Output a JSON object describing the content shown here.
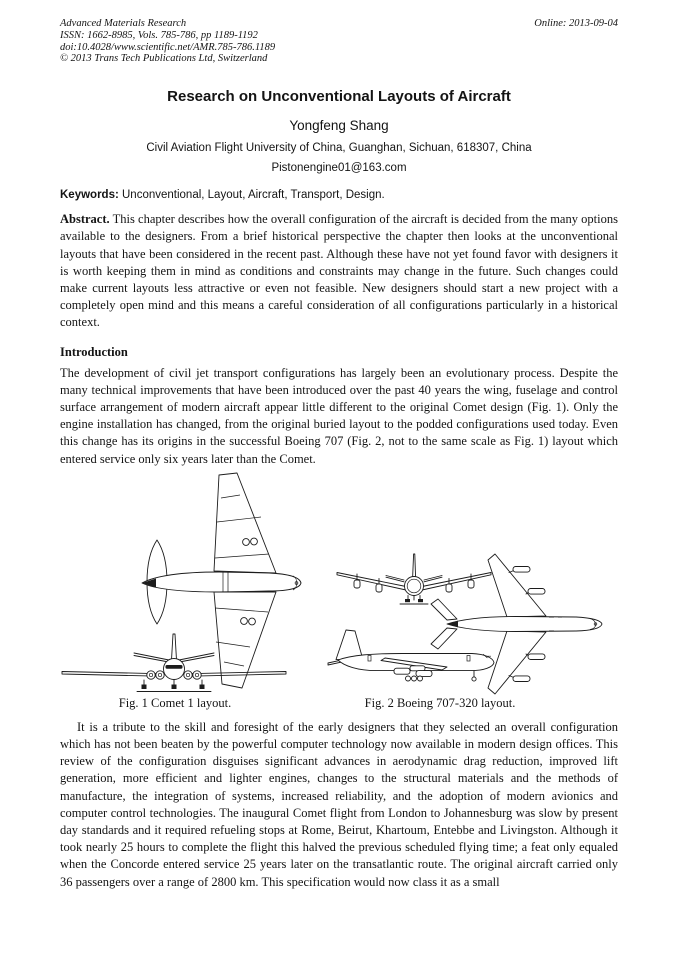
{
  "header": {
    "journal": "Advanced Materials Research",
    "issn_line": "ISSN: 1662-8985, Vols. 785-786, pp 1189-1192",
    "doi_line": "doi:10.4028/www.scientific.net/AMR.785-786.1189",
    "copyright_line": "© 2013 Trans Tech Publications Ltd, Switzerland",
    "online_date": "Online: 2013-09-04"
  },
  "article": {
    "title": "Research on Unconventional Layouts of Aircraft",
    "author": "Yongfeng Shang",
    "affiliation": "Civil Aviation Flight University of China, Guanghan, Sichuan, 618307, China",
    "email": "Pistonengine01@163.com",
    "keywords_label": "Keywords:",
    "keywords": "Unconventional, Layout, Aircraft, Transport, Design.",
    "abstract_label": "Abstract.",
    "abstract_text": "This chapter describes how the overall configuration of the aircraft is decided from the many options available to the designers. From a brief historical perspective the chapter then looks at the unconventional layouts that have been considered in the recent past. Although these have not yet found favor with designers it is worth keeping them in mind as conditions and constraints may change in the future. Such changes could make current layouts less attractive or even not feasible. New designers should start a new project with a completely open mind and this means a careful consideration of all configurations particularly in a historical context.",
    "introduction_heading": "Introduction",
    "introduction_text": "The development of civil jet transport configurations has largely been an evolutionary process. Despite the many technical improvements that have been introduced over the past 40 years the wing, fuselage and control surface arrangement of modern aircraft appear little different to the original Comet design (Fig. 1). Only the engine installation has changed, from the original buried layout to the podded configurations used today. Even this change has its origins in the successful Boeing 707 (Fig. 2, not to the same scale as Fig. 1) layout which entered service only six years later than the Comet.",
    "figures": [
      {
        "caption": "Fig. 1 Comet 1 layout."
      },
      {
        "caption": "Fig. 2 Boeing 707-320 layout."
      }
    ],
    "tribute_text": "It is a tribute to the skill and foresight of the early designers that they selected an overall configuration which has not been beaten by the powerful computer technology now available in modern design offices. This review of the configuration disguises significant advances in aerodynamic drag reduction, improved lift generation, more efficient and lighter engines, changes to the structural materials and the methods of manufacture, the integration of systems, increased reliability, and the adoption of modern avionics and computer control technologies. The inaugural Comet flight from London to Johannesburg was slow by present day standards and it required refueling stops at Rome, Beirut, Khartoum, Entebbe and Livingston. Although it took nearly 25 hours to complete the flight this halved the previous scheduled flying time; a feat only equaled when the Concorde entered service 25 years later on the transatlantic route. The original aircraft carried only 36 passengers over a range of 2800 km. This specification would now class it as a small"
  }
}
